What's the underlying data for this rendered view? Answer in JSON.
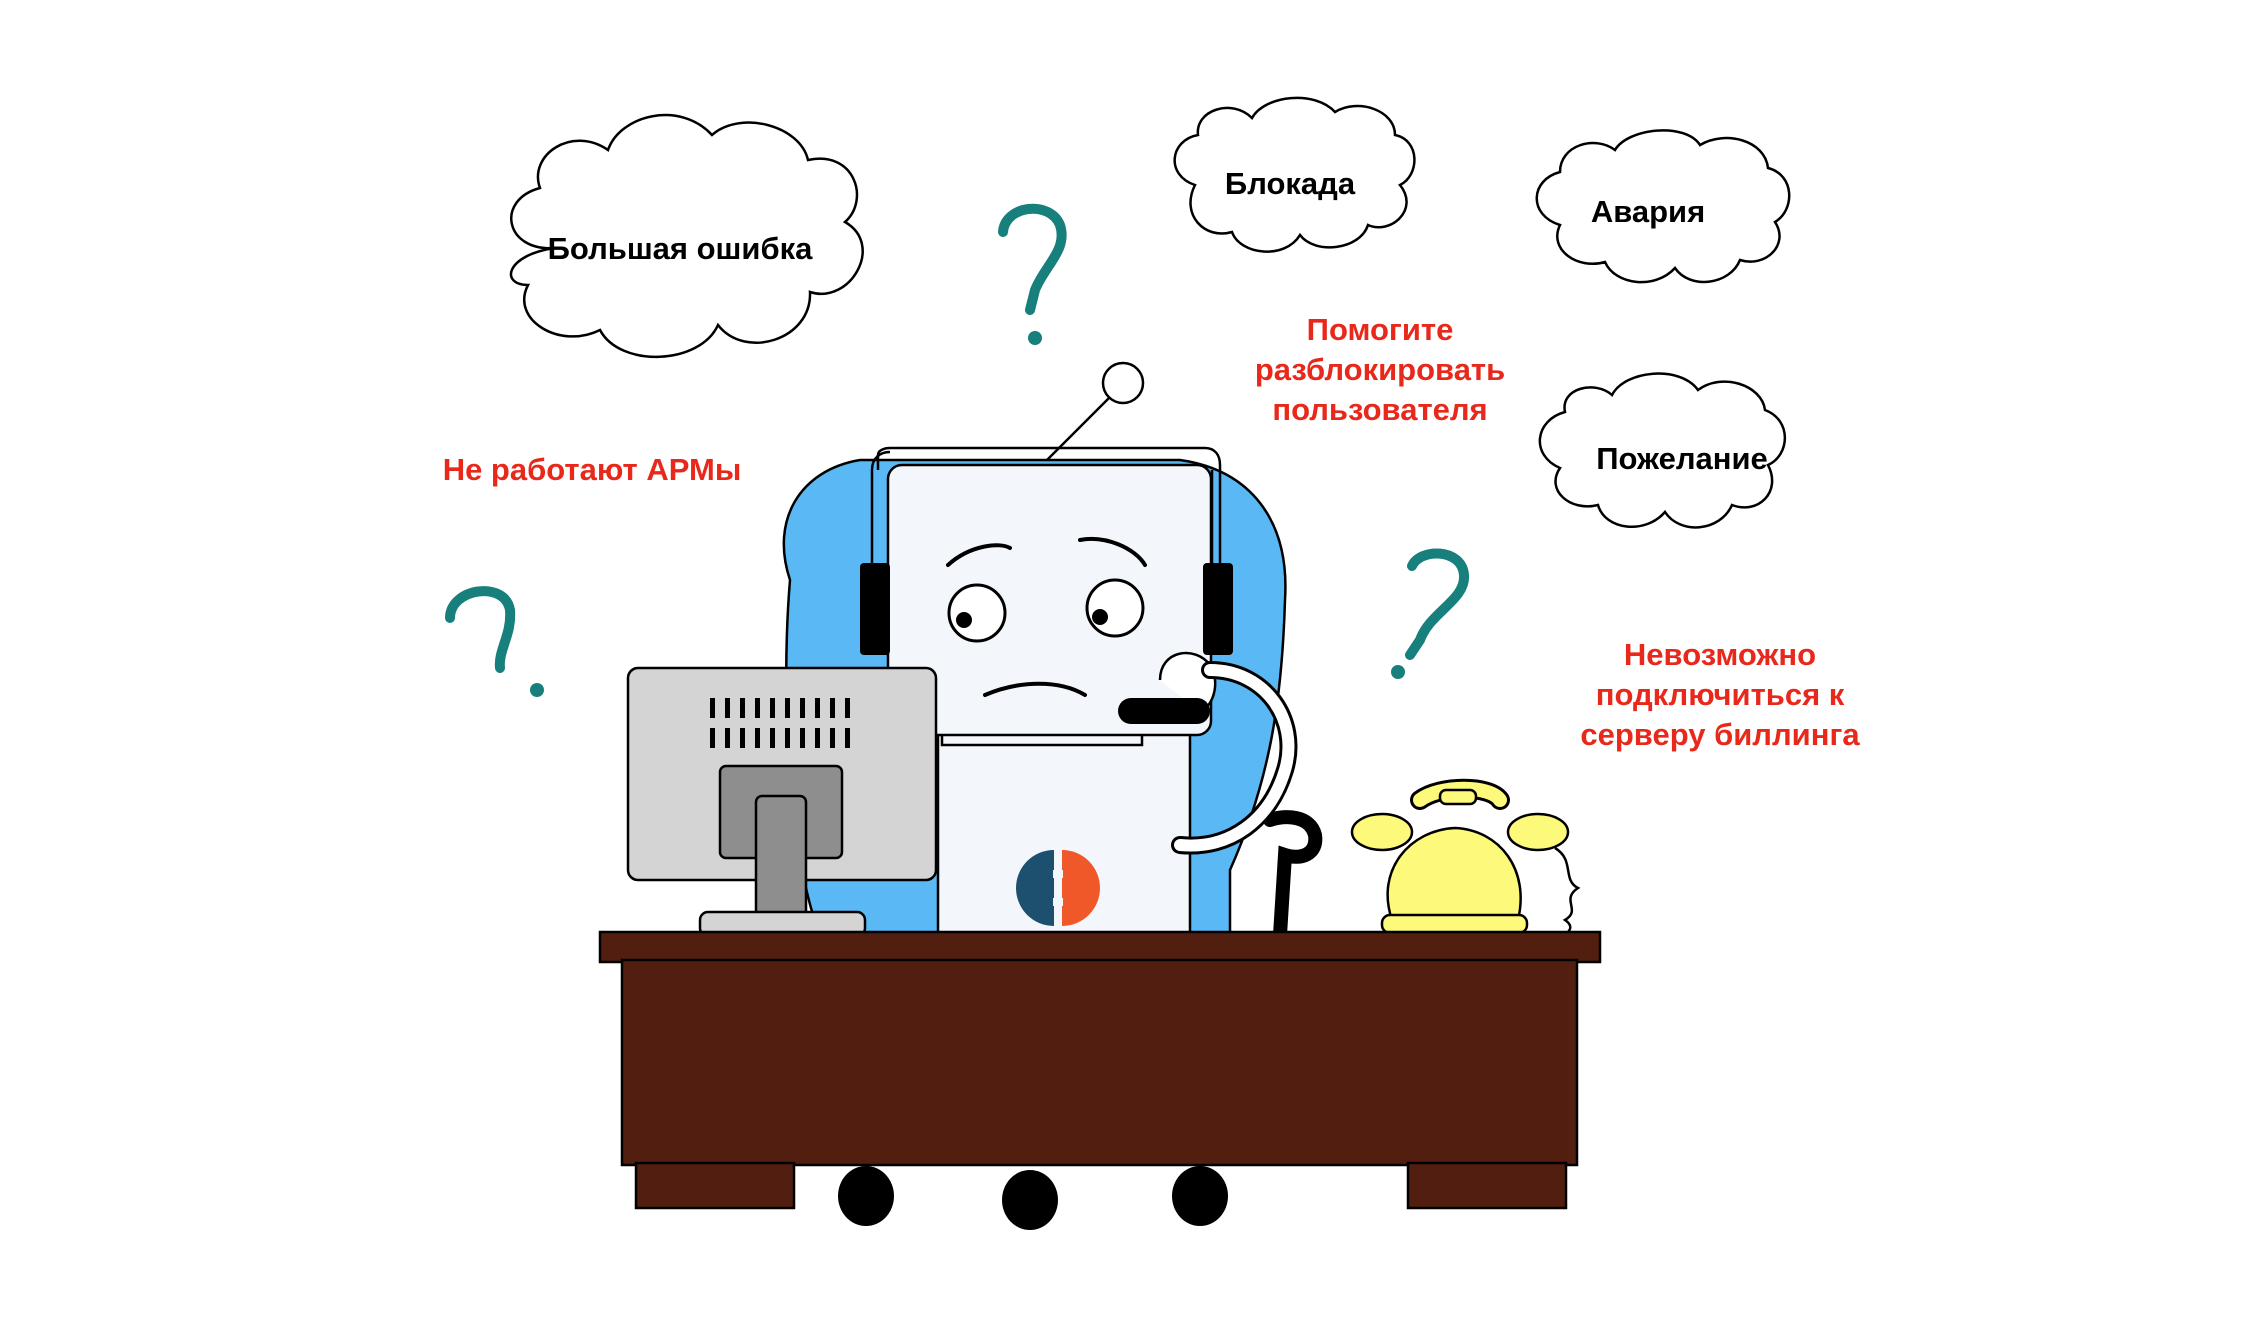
{
  "clouds": {
    "big_error": "Большая ошибка",
    "blockade": "Блокада",
    "accident": "Авария",
    "wish": "Пожелание"
  },
  "messages": {
    "arm_not_working": "Не работают АРМы",
    "unblock_user_line1": "Помогите",
    "unblock_user_line2": "разблокировать",
    "unblock_user_line3": "пользователя",
    "billing_line1": "Невозможно",
    "billing_line2": "подключиться к",
    "billing_line3": "серверу биллинга"
  },
  "colors": {
    "message_red": "#e8281b",
    "question_teal": "#177f7c",
    "chair_blue": "#5ab8f5",
    "desk_brown": "#521e10",
    "phone_yellow": "#fdf97b",
    "logo_navy": "#1d4f6e",
    "logo_orange": "#f0582a"
  },
  "icons": [
    "question-mark-icon",
    "cloud-icon",
    "robot-operator",
    "computer-monitor",
    "rotary-telephone",
    "company-logo"
  ]
}
